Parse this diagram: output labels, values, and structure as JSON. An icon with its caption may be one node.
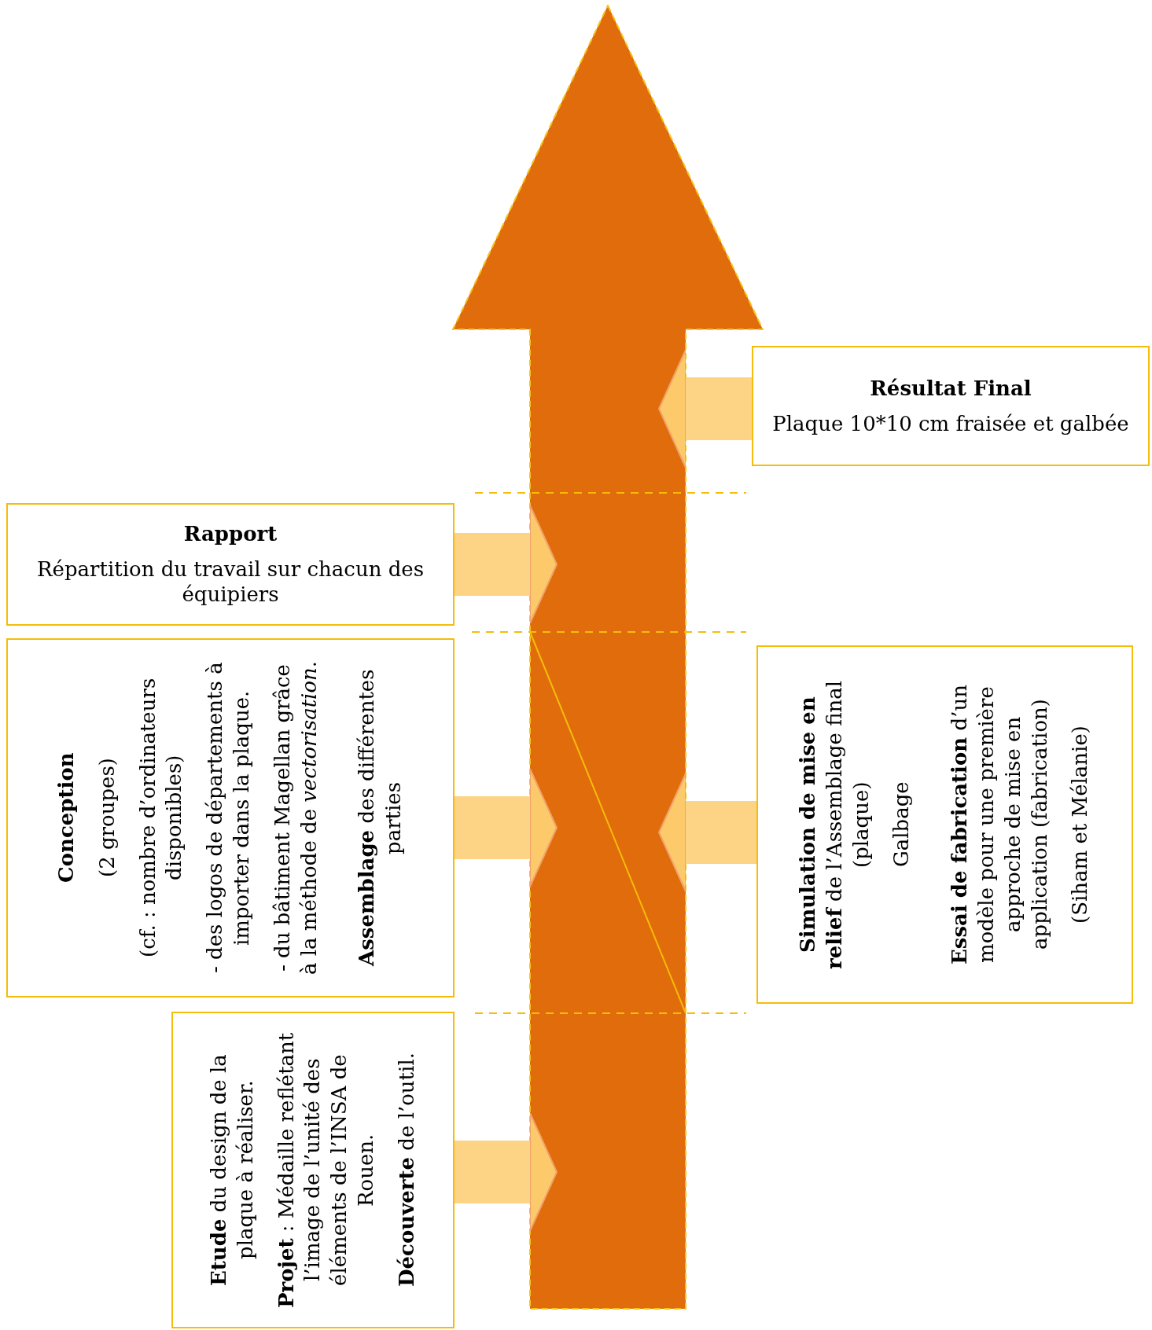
{
  "diagram": {
    "nodes": [
      {
        "text": [],
        "shape": "arrow"
      },
      {
        "text": [
          "Résultat Final",
          "Plaque 10*10 cm fraisée et galbée"
        ]
      },
      {
        "text": [
          "Rapport",
          "Répartition du travail sur chacun des équipiers"
        ]
      },
      {
        "text": [
          "Conception",
          "(2 groupes)",
          "(cf. : nombre d’ordinateurs disponibles)",
          "- des logos de départements à importer dans la plaque.",
          "- du bâtiment Magellan grâce à la méthode de *vectorisation*.",
          "**Assemblage** des différentes parties"
        ]
      },
      {
        "text": [
          "**Simulation de mise en relief** de l’Assemblage final (plaque)",
          "Galbage",
          "**Essai de fabrication** d’un modèle pour une première approche de mise en application (fabrication)",
          "(Siham et Mélanie)"
        ]
      },
      {
        "text": [
          "**Etude** du design de la plaque à réaliser.",
          "**Projet** : Médaille reflétant l’image de l’unité des éléments de l’INSA de Rouen.",
          "**Découverte** de l’outil."
        ]
      }
    ],
    "edges": [
      {
        "from": 1,
        "to": 0,
        "arrow": "to"
      },
      {
        "from": 2,
        "to": 0,
        "arrow": "to"
      },
      {
        "from": 3,
        "to": 0,
        "arrow": "to"
      },
      {
        "from": 4,
        "to": 0,
        "arrow": "to"
      },
      {
        "from": 5,
        "to": 0,
        "arrow": "to"
      }
    ]
  }
}
